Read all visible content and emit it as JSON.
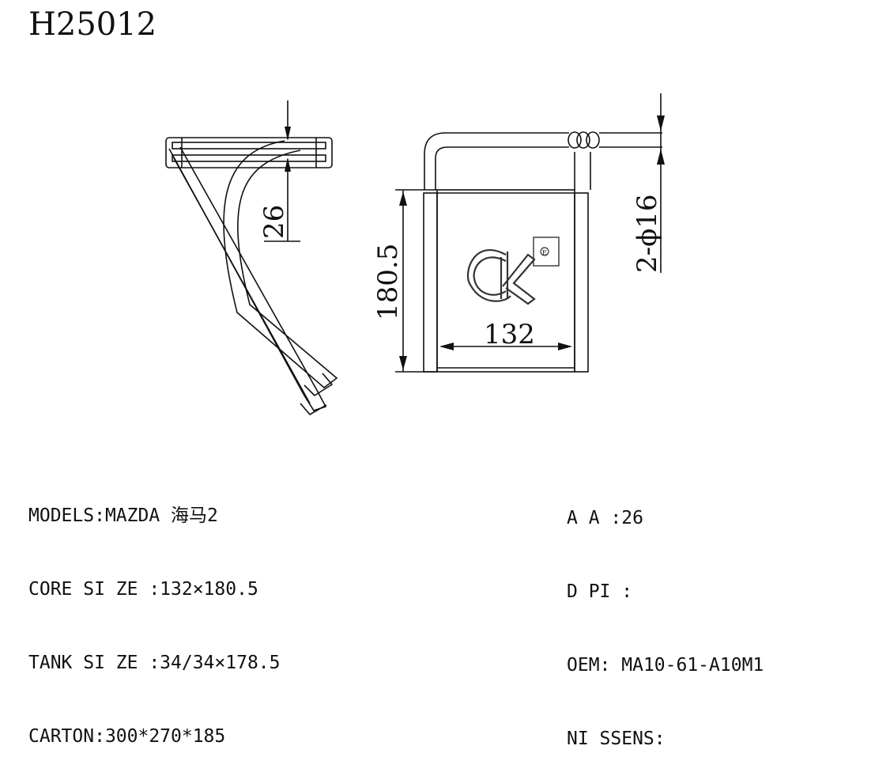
{
  "title": "H25012",
  "dimensions": {
    "tube_offset": "26",
    "height": "180.5",
    "width": "132",
    "pipe": "2-ϕ16"
  },
  "specs_left": [
    {
      "label": "MODELS:",
      "value": "MAZDA 海马2"
    },
    {
      "label": "CORE SI ZE :",
      "value": "132×180.5"
    },
    {
      "label": "TANK SI ZE :",
      "value": "34/34×178.5"
    },
    {
      "label": "CARTON:",
      "value": "300*270*185"
    }
  ],
  "specs_right": [
    {
      "label": "A A :",
      "value": "26"
    },
    {
      "label": "D PI :",
      "value": ""
    },
    {
      "label": "OEM: ",
      "value": "MA10-61-A10M1"
    },
    {
      "label": "NI SSENS:",
      "value": ""
    }
  ],
  "logo_registered": "E"
}
